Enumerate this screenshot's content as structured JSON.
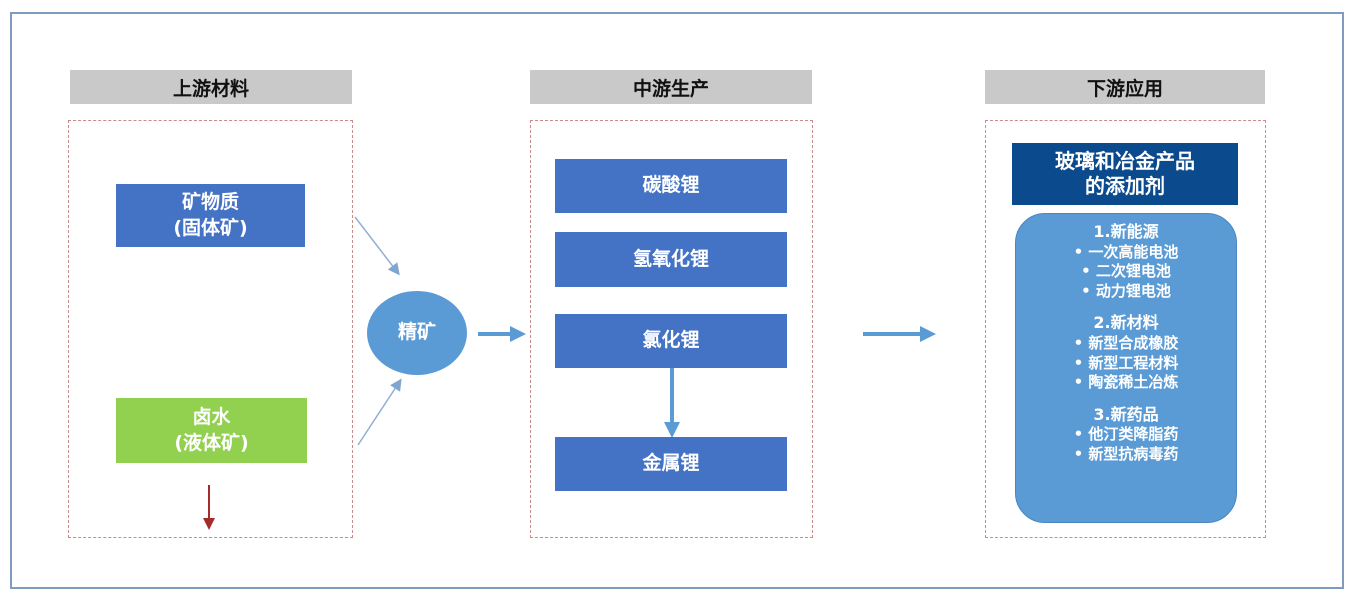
{
  "upstream": {
    "header": "上游材料",
    "mineral": {
      "line1": "矿物质",
      "line2": "(固体矿)"
    },
    "brine": {
      "line1": "卤水",
      "line2": "(液体矿)"
    }
  },
  "concentrate": "精矿",
  "midstream": {
    "header": "中游生产",
    "items": [
      "碳酸锂",
      "氢氧化锂",
      "氯化锂",
      "金属锂"
    ]
  },
  "downstream": {
    "header": "下游应用",
    "title_line1": "玻璃和冶金产品",
    "title_line2": "的添加剂",
    "sections": [
      {
        "title": "1.新能源",
        "items": [
          "一次高能电池",
          "二次锂电池",
          "动力锂电池"
        ]
      },
      {
        "title": "2.新材料",
        "items": [
          "新型合成橡胶",
          "新型工程材料",
          "陶瓷稀土冶炼"
        ]
      },
      {
        "title": "3.新药品",
        "items": [
          "他汀类降脂药",
          "新型抗病毒药"
        ]
      }
    ]
  },
  "colors": {
    "blue": "#4472c4",
    "green": "#92d050",
    "light_blue": "#5b9bd5",
    "dark_blue": "#0b4a8c"
  }
}
